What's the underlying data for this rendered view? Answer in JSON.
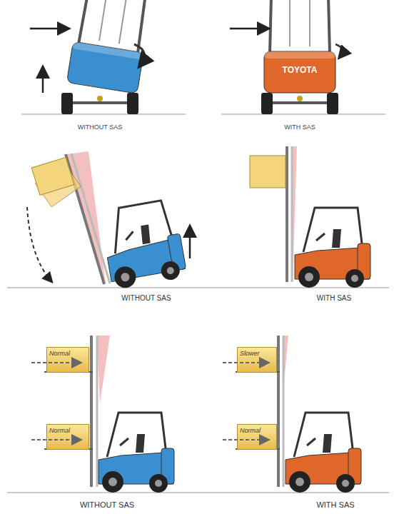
{
  "diagram": {
    "nodes": [
      {
        "text": [
          "Normal"
        ]
      },
      {
        "text": [
          "Slower"
        ]
      },
      {
        "text": [
          "Normal"
        ]
      },
      {
        "text": [
          "Normal"
        ]
      }
    ],
    "labels": [
      "TOYOTA",
      "WITHOUT SAS",
      "WITH SAS",
      "WITHOUT SAS",
      "WITH SAS",
      "WITHOUT SAS",
      "WITH SAS"
    ]
  }
}
